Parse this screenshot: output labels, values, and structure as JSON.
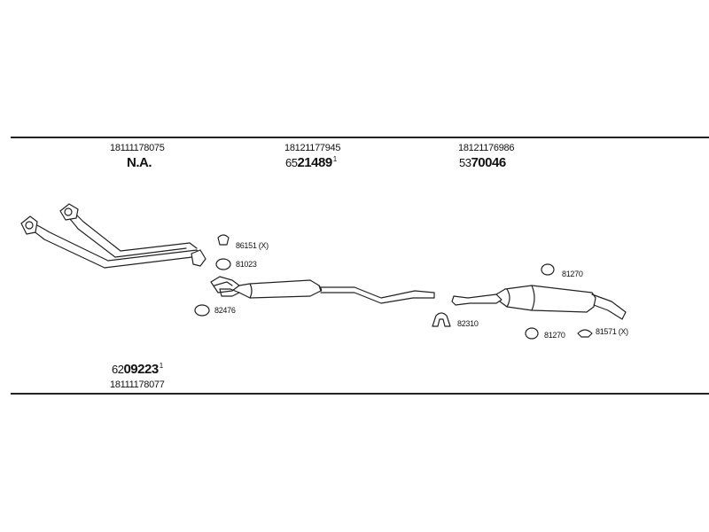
{
  "header": [
    {
      "part_no": "18111178075",
      "ref": "N.A."
    },
    {
      "part_no": "18121177945",
      "ref_prefix": "65",
      "ref_main": "21489",
      "ref_sup": "1"
    },
    {
      "part_no": "18121176986",
      "ref_prefix": "53",
      "ref_main": "70046",
      "ref_sup": ""
    }
  ],
  "footer": {
    "ref_prefix": "62",
    "ref_main": "09223",
    "ref_sup": "1",
    "part_no": "18111178077"
  },
  "fittings": {
    "c86151": "86151 (X)",
    "c81023": "81023",
    "c82476": "82476",
    "c82310": "82310",
    "c81270a": "81270",
    "c81270b": "81270",
    "c81571": "81571 (X)"
  }
}
